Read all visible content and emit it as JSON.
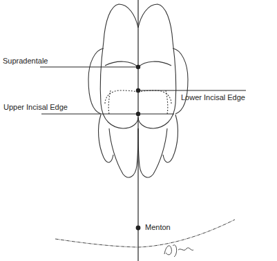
{
  "diagram": {
    "labels": [
      "Supradentale",
      "Lower Incisal Edge",
      "Upper Incisal Edge",
      "Menton"
    ]
  }
}
